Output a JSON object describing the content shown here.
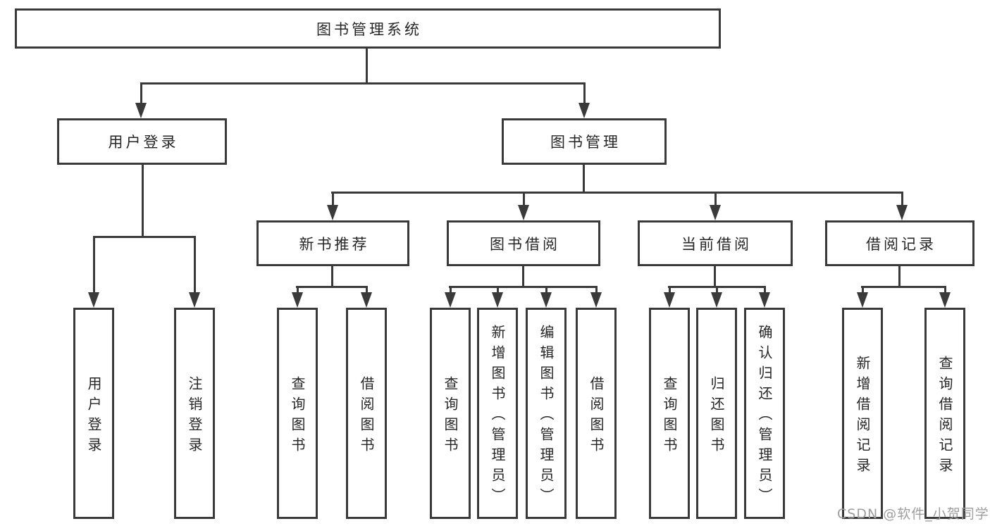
{
  "diagram": {
    "root": {
      "label": "图书管理系统"
    },
    "level1": {
      "user_login": {
        "label": "用户登录"
      },
      "book_mgmt": {
        "label": "图书管理"
      }
    },
    "level2": {
      "new_books": {
        "label": "新书推荐"
      },
      "book_borrow": {
        "label": "图书借阅"
      },
      "current_borrow": {
        "label": "当前借阅"
      },
      "borrow_records": {
        "label": "借阅记录"
      }
    },
    "leaves": {
      "user_login": {
        "label": "用户登录"
      },
      "logout": {
        "label": "注销登录"
      },
      "new_query_book": {
        "label": "查询图书"
      },
      "new_borrow_book": {
        "label": "借阅图书"
      },
      "borrow_query_book": {
        "label": "查询图书"
      },
      "borrow_add_book": {
        "label": "新增图书（管理员）"
      },
      "borrow_edit_book": {
        "label": "编辑图书（管理员）"
      },
      "borrow_borrow_book": {
        "label": "借阅图书"
      },
      "current_query_book": {
        "label": "查询图书"
      },
      "current_return_book": {
        "label": "归还图书"
      },
      "current_confirm_return": {
        "label": "确认归还（管理员）"
      },
      "records_add": {
        "label": "新增借阅记录"
      },
      "records_query": {
        "label": "查询借阅记录"
      }
    }
  },
  "watermark": {
    "text": "CSDN @软件_小贺同学"
  },
  "colors": {
    "line": "#3a3a3a",
    "text": "#262626",
    "watermark": "#9e9e9e",
    "background": "#ffffff"
  }
}
